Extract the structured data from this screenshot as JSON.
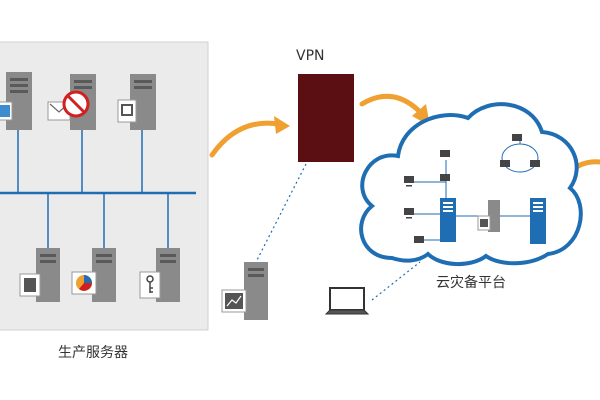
{
  "labels": {
    "vpn": "VPN",
    "cloud_platform": "云灾备平台",
    "production_servers": "生产服务器"
  },
  "colors": {
    "panel_bg": "#ebebeb",
    "panel_border": "#c8c8c8",
    "bus_line": "#1f6eb3",
    "vpn_box": "#5c0f12",
    "arrow": "#f0a030",
    "cloud_stroke": "#1f6eb3",
    "server_body": "#8a8a8a",
    "server_dark": "#5a5a5a",
    "blue_server": "#1f6eb3",
    "dotted_link": "#1f6eb3"
  },
  "icons": [
    "server-icon",
    "mail-server-icon",
    "blocked-icon",
    "document-server-icon",
    "chart-server-icon",
    "key-server-icon",
    "vpn-box-icon",
    "cloud-icon",
    "laptop-icon",
    "workstation-icon",
    "arrow-icon"
  ]
}
